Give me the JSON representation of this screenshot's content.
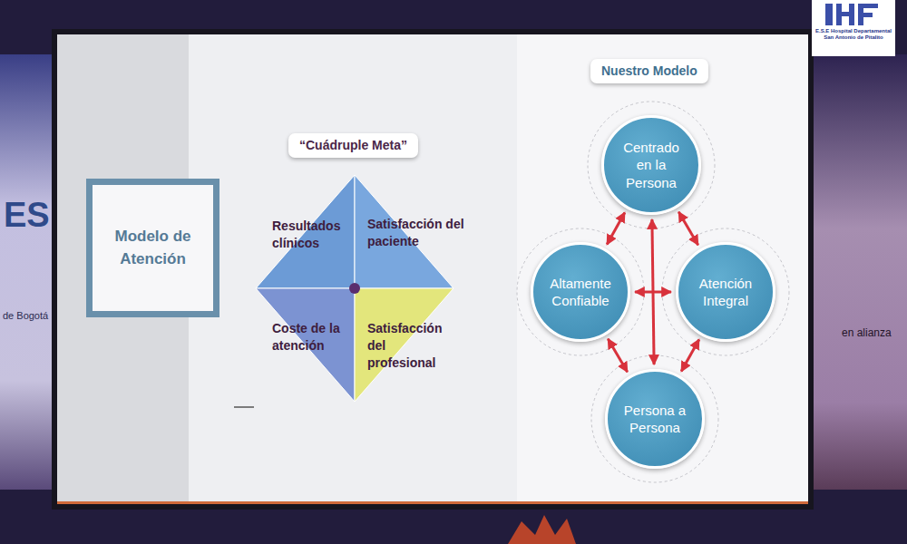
{
  "diagram": {
    "nodes": [
      {
        "text": [
          "Modelo de Atención"
        ]
      },
      {
        "text": [
          "“Cuádruple Meta”"
        ]
      },
      {
        "text": [
          "Resultados clínicos"
        ]
      },
      {
        "text": [
          "Satisfacción del paciente"
        ]
      },
      {
        "text": [
          "Coste de la atención"
        ]
      },
      {
        "text": [
          "Satisfacción del profesional"
        ]
      },
      {
        "text": [
          "Nuestro Modelo"
        ]
      },
      {
        "text": [
          "Centrado en la Persona"
        ]
      },
      {
        "text": [
          "Altamente Confiable"
        ]
      },
      {
        "text": [
          "Atención Integral"
        ]
      },
      {
        "text": [
          "Persona a Persona"
        ]
      }
    ],
    "edges": [
      {
        "from": 7,
        "to": 8,
        "arrow": "both"
      },
      {
        "from": 7,
        "to": 9,
        "arrow": "both"
      },
      {
        "from": 7,
        "to": 10,
        "arrow": "both"
      },
      {
        "from": 8,
        "to": 9,
        "arrow": "both"
      },
      {
        "from": 8,
        "to": 10,
        "arrow": "both"
      },
      {
        "from": 9,
        "to": 10,
        "arrow": "both"
      }
    ],
    "labels": [
      "ES",
      "de Bogotá",
      "en alianza",
      "E.S.E Hospital Departamental San Antonio de Pitalito"
    ]
  }
}
